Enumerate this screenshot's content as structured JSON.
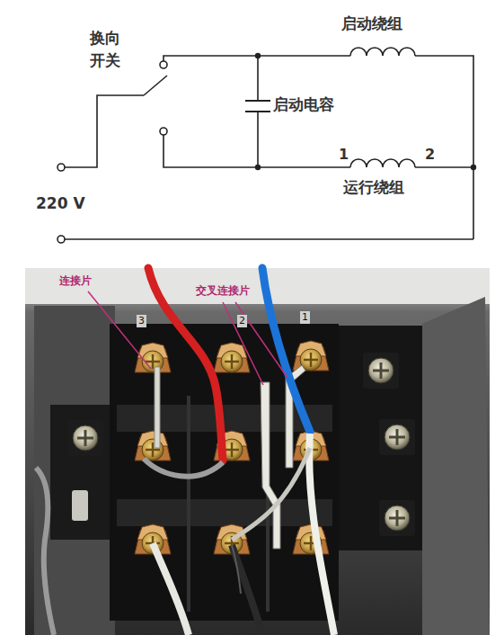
{
  "diagram": {
    "labels": [
      "换向 开关",
      "启动绕组",
      "启动电容",
      "1",
      "2",
      "运行绕组",
      "220 V",
      "连接片",
      "交叉连接片",
      "3",
      "2",
      "1"
    ]
  }
}
